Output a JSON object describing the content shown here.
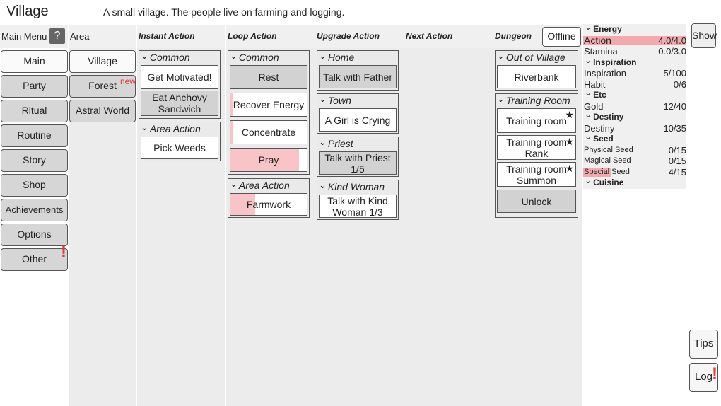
{
  "header": {
    "title": "Village",
    "description": "A small village. The people live on farming and logging."
  },
  "main_menu": {
    "label": "Main Menu",
    "help": "?",
    "items": [
      {
        "label": "Main"
      },
      {
        "label": "Party"
      },
      {
        "label": "Ritual"
      },
      {
        "label": "Routine"
      },
      {
        "label": "Story"
      },
      {
        "label": "Shop"
      },
      {
        "label": "Achievements"
      },
      {
        "label": "Options"
      },
      {
        "label": "Other",
        "alert": "!"
      }
    ]
  },
  "area": {
    "label": "Area",
    "items": [
      {
        "label": "Village"
      },
      {
        "label": "Forest",
        "badge": "new"
      },
      {
        "label": "Astral World"
      }
    ]
  },
  "columns": {
    "instant": "Instant Action",
    "loop": "Loop Action",
    "upgrade": "Upgrade Action",
    "next": "Next Action",
    "dungeon": "Dungeon"
  },
  "instant_actions": {
    "common_title": "Common Action",
    "get_motivated": "Get Motivated!",
    "eat_sandwich": "Eat Anchovy Sandwich",
    "area_title": "Area Action",
    "pick_weeds": "Pick Weeds"
  },
  "loop_actions": {
    "common_title": "Common Action",
    "rest": "Rest",
    "recover_energy": "Recover Energy",
    "concentrate": "Concentrate",
    "pray": "Pray",
    "pray_progress": 0.9,
    "area_title": "Area Action",
    "farmwork": "Farmwork",
    "farmwork_progress": 0.32
  },
  "upgrade_actions": {
    "home_title": "Home",
    "talk_father": "Talk with Father",
    "town_title": "Town",
    "girl_crying": "A Girl is Crying",
    "priest_title": "Priest",
    "talk_priest": "Talk with Priest 1/5",
    "kind_woman_title": "Kind Woman",
    "talk_kind_woman": "Talk with Kind Woman 1/3"
  },
  "dungeon": {
    "offline_label": "Offline",
    "out_village_title": "Out of Village",
    "riverbank": "Riverbank",
    "training_title": "Training Room",
    "training_room": "Training room",
    "training_rank": "Training room Rank",
    "training_summon": "Training room Summon",
    "unlock": "Unlock",
    "star": "★"
  },
  "stats": {
    "show_label": "Show",
    "energy": {
      "title": "Energy",
      "action_label": "Action",
      "action_value": "4.0/4.0",
      "stamina_label": "Stamina",
      "stamina_value": "0.0/3.0"
    },
    "inspiration": {
      "title": "Inspiration",
      "inspiration_label": "Inspiration",
      "inspiration_value": "5/100",
      "habit_label": "Habit",
      "habit_value": "0/6"
    },
    "etc": {
      "title": "Etc",
      "gold_label": "Gold",
      "gold_value": "12/40"
    },
    "destiny": {
      "title": "Destiny",
      "destiny_label": "Destiny",
      "destiny_value": "10/35"
    },
    "seed": {
      "title": "Seed",
      "physical_label": "Physical Seed",
      "physical_value": "0/15",
      "magical_label": "Magical Seed",
      "magical_value": "0/15",
      "special_label": "Special Seed",
      "special_value": "4/15"
    },
    "cuisine": {
      "title": "Cuisine"
    }
  },
  "side": {
    "tips": "Tips",
    "log": "Log",
    "log_alert": "!"
  },
  "colors": {
    "progress_fill": "#f8c4c8",
    "stat_fill": "#f4a9ae",
    "alert": "#e53935"
  }
}
